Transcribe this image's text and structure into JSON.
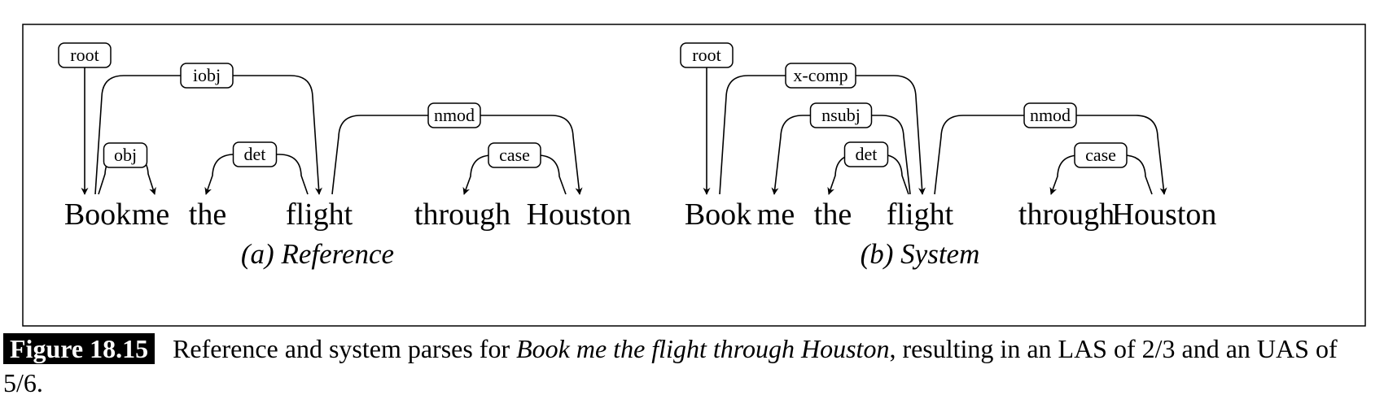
{
  "panels": [
    {
      "id": "a",
      "subtitle": "(a) Reference",
      "words": [
        "Book",
        "me",
        "the",
        "flight",
        "through",
        "Houston"
      ],
      "arcs": [
        {
          "head": null,
          "dep": 0,
          "label": "root"
        },
        {
          "head": 0,
          "dep": 3,
          "label": "iobj"
        },
        {
          "head": 0,
          "dep": 1,
          "label": "obj"
        },
        {
          "head": 3,
          "dep": 2,
          "label": "det"
        },
        {
          "head": 3,
          "dep": 5,
          "label": "nmod"
        },
        {
          "head": 5,
          "dep": 4,
          "label": "case"
        }
      ]
    },
    {
      "id": "b",
      "subtitle": "(b) System",
      "words": [
        "Book",
        "me",
        "the",
        "flight",
        "through",
        "Houston"
      ],
      "arcs": [
        {
          "head": null,
          "dep": 0,
          "label": "root"
        },
        {
          "head": 0,
          "dep": 3,
          "label": "x-comp"
        },
        {
          "head": 3,
          "dep": 1,
          "label": "nsubj"
        },
        {
          "head": 3,
          "dep": 2,
          "label": "det"
        },
        {
          "head": 3,
          "dep": 5,
          "label": "nmod"
        },
        {
          "head": 5,
          "dep": 4,
          "label": "case"
        }
      ]
    }
  ],
  "caption": {
    "figure_number": "Figure 18.15",
    "text_before": "Reference and system parses for ",
    "italic": "Book me the flight through Houston",
    "text_after": ", resulting in an LAS of 2/3 and an UAS of 5/6."
  }
}
